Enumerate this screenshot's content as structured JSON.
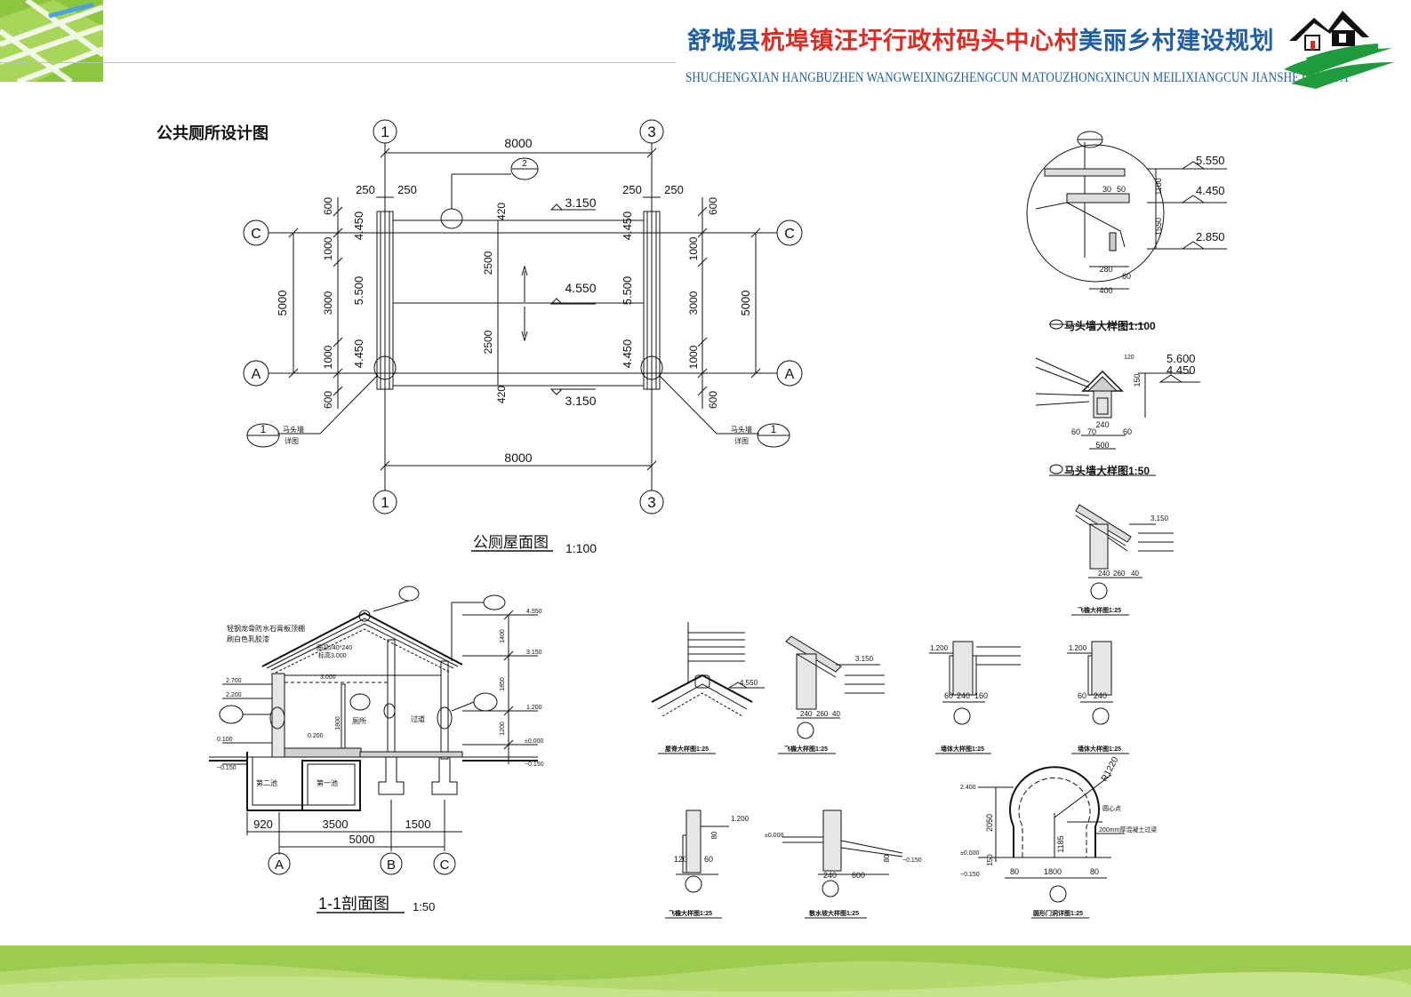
{
  "header": {
    "title_part1": "舒城县",
    "title_part2": "杭埠镇汪圩行政村码头中心村",
    "title_part3": "美丽乡村建设规划",
    "subtitle": "SHUCHENGXIAN HANGBUZHEN WANGWEIXINGZHENGCUN MATOUZHONGXINCUN MEILIXIANGCUN JIANSHE GUIHUA"
  },
  "page_title": "公共厕所设计图",
  "colors": {
    "title_blue": "#1f5fa7",
    "title_red": "#e32a1f",
    "logo_green": "#1f9a3c",
    "footer_green": "#9dcb4f"
  },
  "roof_plan": {
    "title": "公厕屋面图",
    "scale": "1:100",
    "axis_1": "1",
    "axis_3": "3",
    "axis_C": "C",
    "axis_A": "A",
    "dim_8000": "8000",
    "dim_5000": "5000",
    "dim_250": "250",
    "dim_600": "600",
    "dim_1000": "1000",
    "dim_3000": "3000",
    "dim_420": "420",
    "dim_2500": "2500",
    "el_3150": "3.150",
    "el_4550": "4.550",
    "el_4450": "4.450",
    "el_5500": "5.500",
    "detail_num": "1",
    "detail_num_2": "2",
    "callout_wall": "马头墙",
    "callout_detail": "详图"
  },
  "section": {
    "title": "1-1剖面图",
    "scale": "1:50",
    "dim_920": "920",
    "dim_3500": "3500",
    "dim_1500": "1500",
    "dim_5000": "5000",
    "axis_A": "A",
    "axis_B": "B",
    "axis_C": "C",
    "room_toilet": "厕所",
    "room_corridor": "过道",
    "pit_1": "第一池",
    "pit_2": "第二池",
    "note_1": "轻钢龙骨防水石膏板顶棚",
    "note_2": "刷白色乳胶漆",
    "beam_note": "圈梁240*240",
    "beam_el": "标高3.000",
    "el_4550": "4.550",
    "el_3150": "3.150",
    "el_3000": "3.000",
    "el_2700": "2.700",
    "el_2200": "2.200",
    "el_1200": "1.200",
    "el_0100": "0.100",
    "el_0200": "0.200",
    "el_0000": "±0.000",
    "el_m0150": "−0.150",
    "dim_1400": "1400",
    "dim_1850": "1850",
    "dim_1200": "1200",
    "dim_1800": "1800"
  },
  "details": {
    "horsehead_1_100": "马头墙大样图1:100",
    "horsehead_1_50": "马头墙大样图1:50",
    "eave_1": "飞檐大样图1:25",
    "ridge": "屋脊大样图1:25",
    "eave_2": "飞檐大样图1:25",
    "wall_1": "墙体大样图1:25",
    "wall_2": "墙体大样图1:25",
    "eave_3": "飞檐大样图1:25",
    "apron": "散水坡大样图1:25",
    "arch_door": "圆形门洞详图1:25",
    "el_5550": "5.550",
    "el_4450": "4.450",
    "el_2850": "2.850",
    "el_5600": "5.600",
    "el_3150": "3.150",
    "el_4550": "4.550",
    "el_1200": "1.200",
    "el_0000": "±0.000",
    "el_m0150": "−0.150",
    "el_2400": "2.400",
    "d_1100": "1100",
    "d_1550": "1550",
    "d_280": "280",
    "d_60": "60",
    "d_400": "400",
    "d_30": "30",
    "d_50": "50",
    "d_120": "120",
    "d_150": "150",
    "d_240": "240",
    "d_70": "70",
    "d_500": "500",
    "d_260": "260",
    "d_40": "40",
    "d_160": "160",
    "d_80": "80",
    "d_600": "600",
    "d_2050": "2050",
    "d_1185": "1185",
    "d_1800": "1800",
    "r_1220": "R1220",
    "center_pt": "圆心点",
    "arch_note": "200mm厚混凝土过梁"
  }
}
